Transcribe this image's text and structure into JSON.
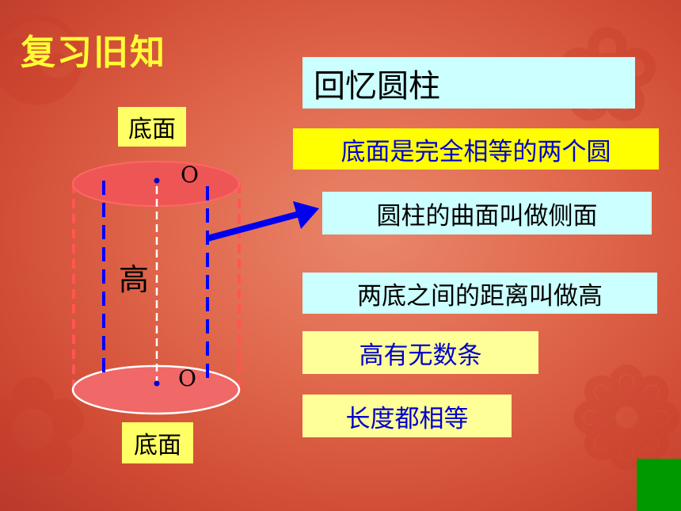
{
  "slide": {
    "title": "复习旧知",
    "heading": "回忆圆柱",
    "facts": [
      "底面是完全相等的两个圆",
      "圆柱的曲面叫做侧面",
      "两底之间的距离叫做高",
      "高有无数条",
      "长度都相等"
    ],
    "diagram": {
      "top_label": "底面",
      "bottom_label": "底面",
      "height_label": "高",
      "top_center": "O",
      "bottom_center": "O"
    }
  },
  "colors": {
    "title": "#ffff33",
    "label_bg": "#ffff66",
    "heading_bg": "#ccffff",
    "fact_text_blue": "#0000cc",
    "arrow": "#0000ee",
    "cylinder_top": "#ee5555",
    "cylinder_bottom": "#f06868",
    "corner_square": "#009a00"
  }
}
